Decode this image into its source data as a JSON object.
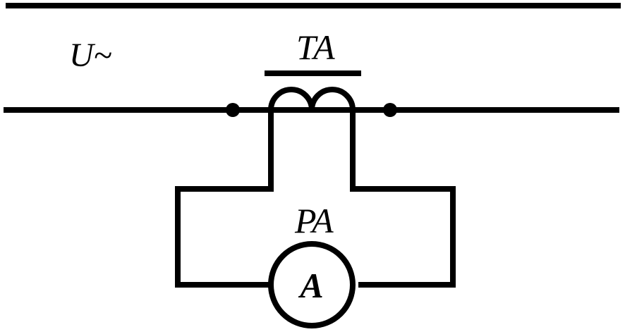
{
  "diagram": {
    "supply_label": "U~",
    "transformer_label": "TA",
    "ammeter_label": "PA",
    "ammeter_symbol": "A"
  },
  "colors": {
    "line": "#000000",
    "background": "#ffffff"
  }
}
